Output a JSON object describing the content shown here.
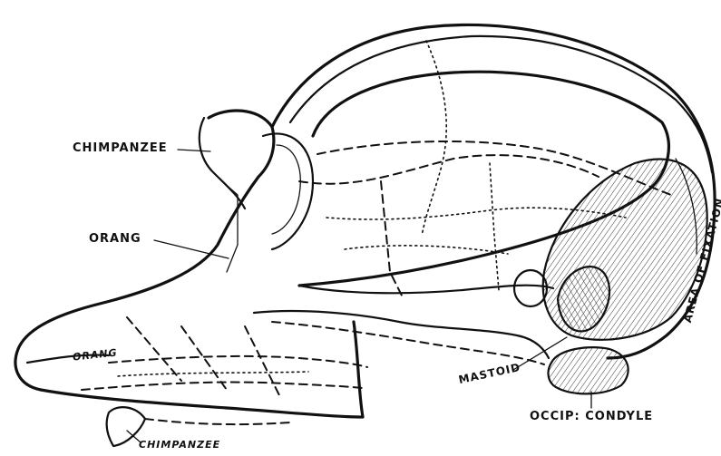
{
  "labels": {
    "chimpanzee_top": "CHIMPANZEE",
    "orang_upper": "ORANG",
    "orang_jaw": "ORANG",
    "chimpanzee_bottom": "CHIMPANZEE",
    "mastoid": "MASTOID",
    "occip_condyle": "OCCIP: CONDYLE",
    "area_of_fixation": "AREA OF FIXATION"
  }
}
